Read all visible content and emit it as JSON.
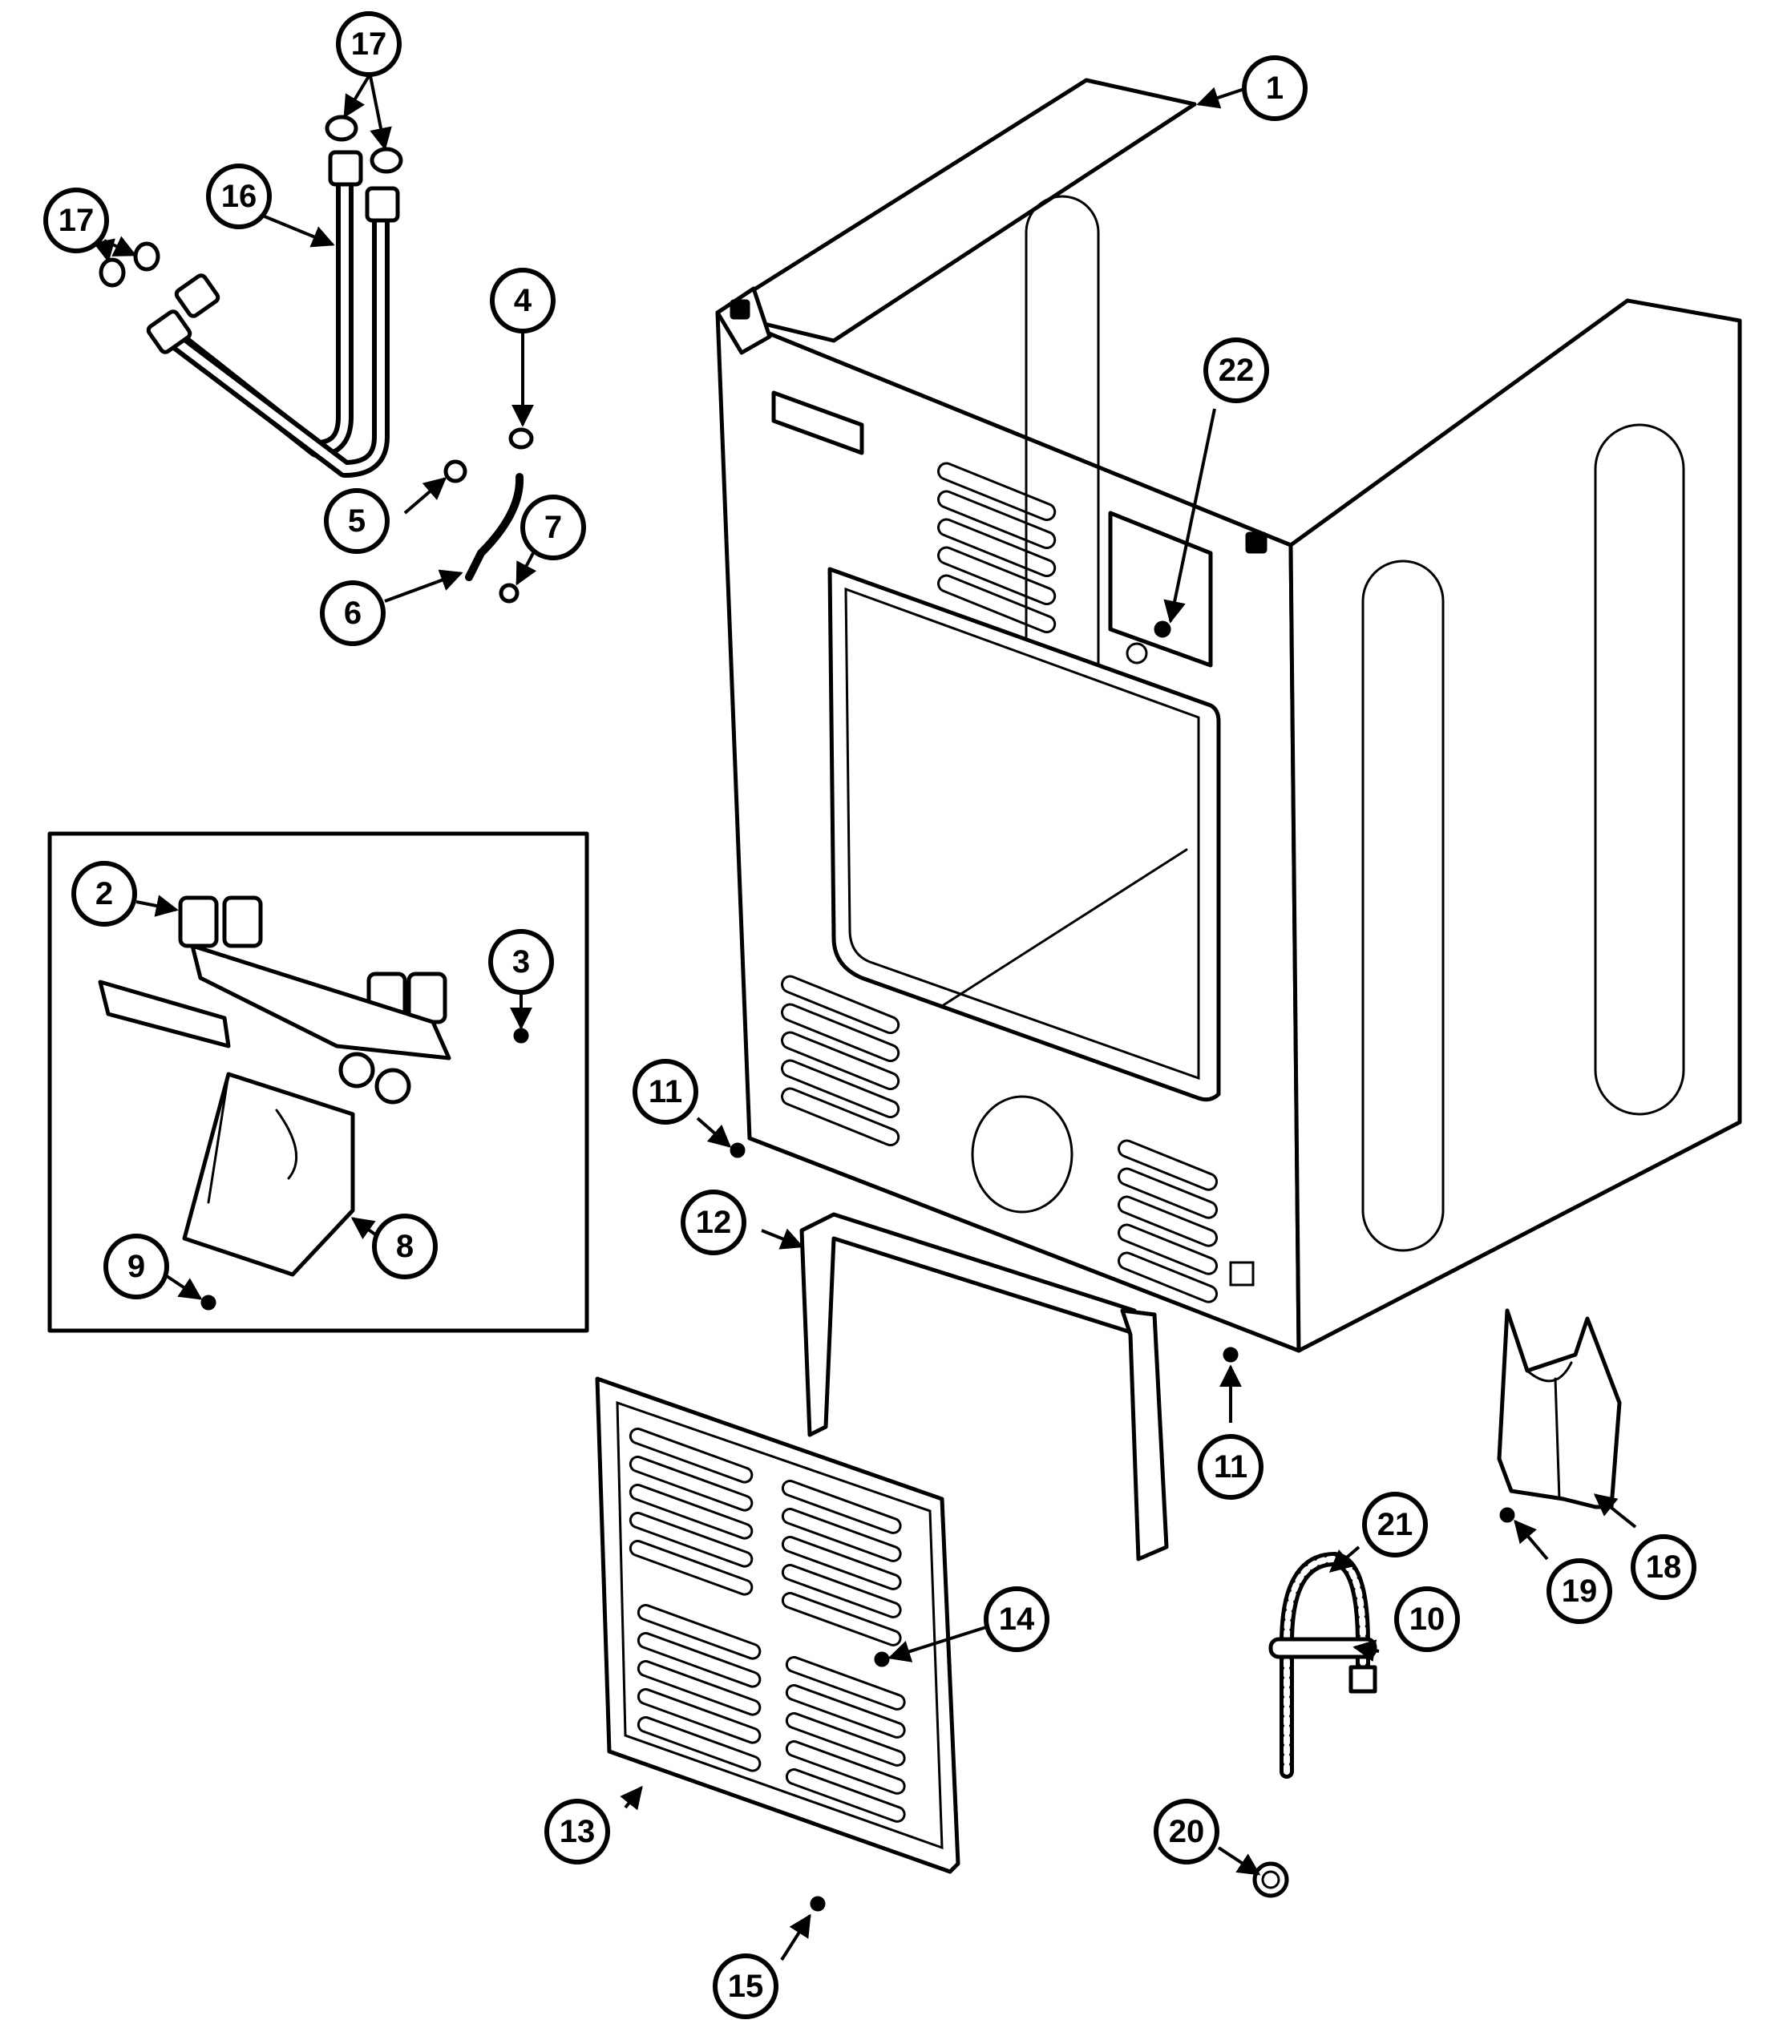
{
  "callouts": {
    "c1": "1",
    "c2": "2",
    "c3": "3",
    "c4": "4",
    "c5": "5",
    "c6": "6",
    "c7": "7",
    "c8": "8",
    "c9": "9",
    "c10": "10",
    "c11a": "11",
    "c11b": "11",
    "c12": "12",
    "c13": "13",
    "c14": "14",
    "c15": "15",
    "c16": "16",
    "c17a": "17",
    "c17b": "17",
    "c18": "18",
    "c19": "19",
    "c20": "20",
    "c21": "21",
    "c22": "22"
  }
}
